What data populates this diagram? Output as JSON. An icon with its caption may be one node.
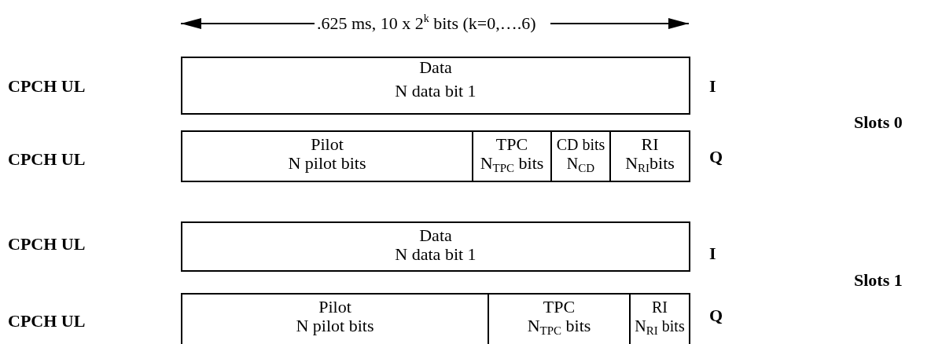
{
  "diagram": {
    "nodes": [
      {
        "text": [
          "Data",
          "N data bit 1"
        ]
      },
      {
        "text": [
          "Pilot",
          "N pilot bits"
        ]
      },
      {
        "text": [
          "TPC",
          "N$_{TPC}$ bits"
        ]
      },
      {
        "text": [
          "CD bits",
          "N$_{CD}$"
        ]
      },
      {
        "text": [
          "RI",
          "N$_{RI}$bits"
        ]
      },
      {
        "text": [
          "Data",
          "N data bit 1"
        ]
      },
      {
        "text": [
          "Pilot",
          "N pilot bits"
        ]
      },
      {
        "text": [
          "TPC",
          "N$_{TPC}$ bits"
        ]
      },
      {
        "text": [
          "RI",
          "N$_{RI}$ bits"
        ]
      }
    ],
    "edges": [],
    "labels": [
      ".625 ms, 10 x 2$^{k}$ bits (k=0,….6)",
      "CPCH UL",
      "I",
      "Slots 0",
      "CPCH UL",
      "Q",
      "CPCH UL",
      "I",
      "Slots 1",
      "CPCH UL",
      "Q"
    ]
  }
}
